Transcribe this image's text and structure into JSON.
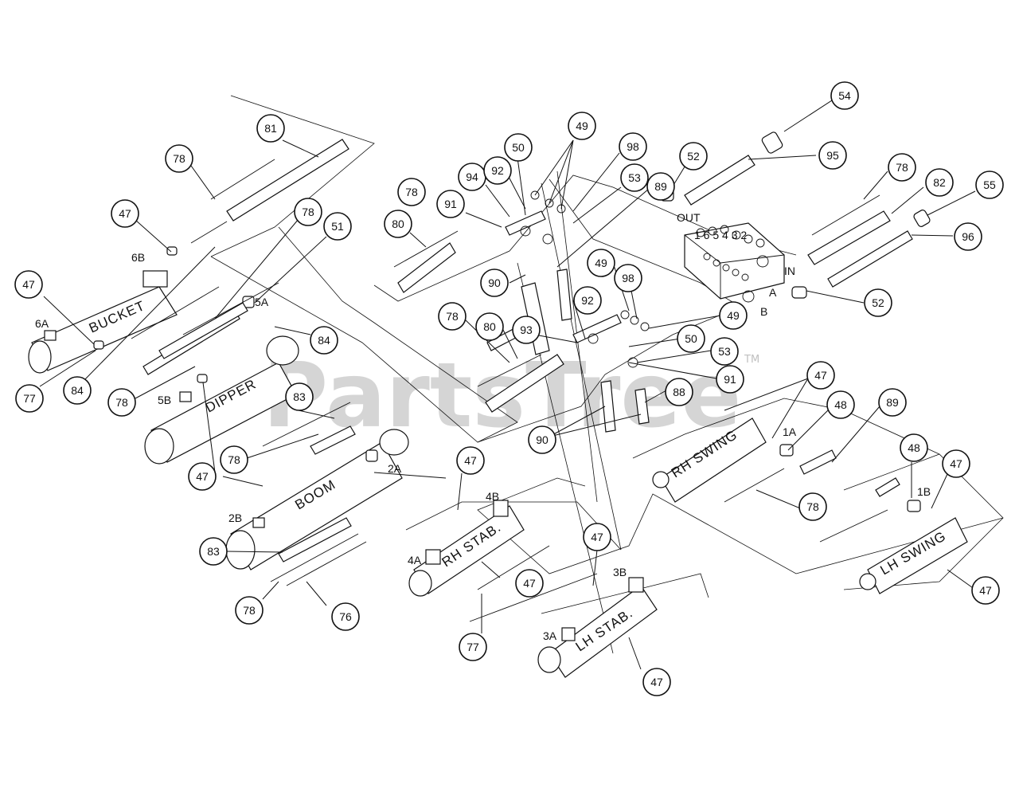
{
  "watermark": {
    "text": "PartsTree",
    "trademark": "TM"
  },
  "cylinder_labels": {
    "bucket": "BUCKET",
    "dipper": "DIPPER",
    "boom": "BOOM",
    "rh_stab": "RH STAB.",
    "lh_stab": "LH STAB.",
    "rh_swing": "RH SWING",
    "lh_swing": "LH SWING"
  },
  "valve_labels": {
    "out": "OUT",
    "in": "IN",
    "a": "A",
    "b": "B"
  },
  "port_labels": {
    "p6b": "6B",
    "p6a": "6A",
    "p5a": "5A",
    "p5b": "5B",
    "p2a": "2A",
    "p2b": "2B",
    "p4a": "4A",
    "p4b": "4B",
    "p3a": "3A",
    "p3b": "3B",
    "p1a": "1A",
    "p1b": "1B"
  },
  "callouts": {
    "c81": "81",
    "c78a": "78",
    "c47a": "47",
    "c47b": "47",
    "c77a": "77",
    "c84a": "84",
    "c78b": "78",
    "c51": "51",
    "c84b": "84",
    "c78c": "78",
    "c83a": "83",
    "c78d": "78",
    "c47c": "47",
    "c83b": "83",
    "c78e": "78",
    "c76": "76",
    "c78f": "78",
    "c80a": "80",
    "c91a": "91",
    "c94": "94",
    "c92a": "92",
    "c50a": "50",
    "c49a": "49",
    "c98a": "98",
    "c53a": "53",
    "c89a": "89",
    "c52a": "52",
    "c54": "54",
    "c95": "95",
    "c78g": "78",
    "c82": "82",
    "c55": "55",
    "c96": "96",
    "c52b": "52",
    "c90a": "90",
    "c49b": "49",
    "c98b": "98",
    "c92b": "92",
    "c49c": "49",
    "c50b": "50",
    "c53b": "53",
    "c91b": "91",
    "c78h": "78",
    "c80b": "80",
    "c93": "93",
    "c88": "88",
    "c90b": "90",
    "c47d": "47",
    "c48a": "48",
    "c89b": "89",
    "c47e": "47",
    "c47f": "47",
    "c47g": "47",
    "c77b": "77",
    "c47h": "47",
    "c78i": "78",
    "c48b": "48",
    "c47i": "47",
    "c47j": "47"
  }
}
